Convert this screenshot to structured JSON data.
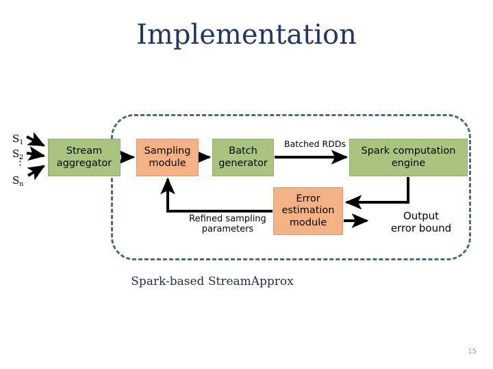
{
  "slide": {
    "title": "Implementation",
    "page_number": "15",
    "caption": "Spark-based StreamApprox",
    "background_color": "#FFFFFF",
    "title_color": "#1F3864"
  },
  "boundary": {
    "name": "spark-based-streamapprox-boundary",
    "style": "dashed-rounded-rectangle",
    "color": "#4A6982"
  },
  "palette": {
    "green_fill": "#A9C47F",
    "green_border": "#8FAE68",
    "orange_fill": "#F4B183",
    "orange_border": "#D99B6C",
    "arrow_color": "#000000",
    "page_number_color": "#9A9A9A"
  },
  "stream_sources": {
    "items": [
      {
        "label": "S",
        "sub": "1"
      },
      {
        "label": "S",
        "sub": "2"
      },
      {
        "label": "S",
        "sub": "n"
      }
    ],
    "ellipsis": "⋮"
  },
  "nodes": [
    {
      "id": "stream-aggregator",
      "label": "Stream\naggregator",
      "line1": "Stream",
      "line2": "aggregator",
      "color": "green"
    },
    {
      "id": "sampling-module",
      "label": "Sampling\nmodule",
      "line1": "Sampling",
      "line2": "module",
      "color": "orange"
    },
    {
      "id": "batch-generator",
      "label": "Batch\ngenerator",
      "line1": "Batch",
      "line2": "generator",
      "color": "green"
    },
    {
      "id": "spark-computation-engine",
      "label": "Spark computation\nengine",
      "line1": "Spark computation",
      "line2": "engine",
      "color": "green"
    },
    {
      "id": "error-estimation-module",
      "label": "Error\nestimation\nmodule",
      "line1": "Error",
      "line2": "estimation",
      "line3": "module",
      "color": "orange"
    }
  ],
  "edge_labels": {
    "batched_rdds": "Batched RDDs",
    "refined_sampling_line1": "Refined sampling",
    "refined_sampling_line2": "parameters",
    "output_error_line1": "Output",
    "output_error_line2": "error bound"
  },
  "diagram_data": {
    "type": "flow-diagram",
    "edges": [
      {
        "from": "S1",
        "to": "stream-aggregator",
        "label": ""
      },
      {
        "from": "S2",
        "to": "stream-aggregator",
        "label": ""
      },
      {
        "from": "Sn",
        "to": "stream-aggregator",
        "label": ""
      },
      {
        "from": "stream-aggregator",
        "to": "sampling-module",
        "label": ""
      },
      {
        "from": "sampling-module",
        "to": "batch-generator",
        "label": ""
      },
      {
        "from": "batch-generator",
        "to": "spark-computation-engine",
        "label": "Batched RDDs"
      },
      {
        "from": "spark-computation-engine",
        "to": "error-estimation-module",
        "label": ""
      },
      {
        "from": "error-estimation-module",
        "to": "sampling-module",
        "label": "Refined sampling parameters"
      },
      {
        "from": "error-estimation-module",
        "to": "output-error-bound",
        "label": "Output error bound"
      }
    ]
  }
}
